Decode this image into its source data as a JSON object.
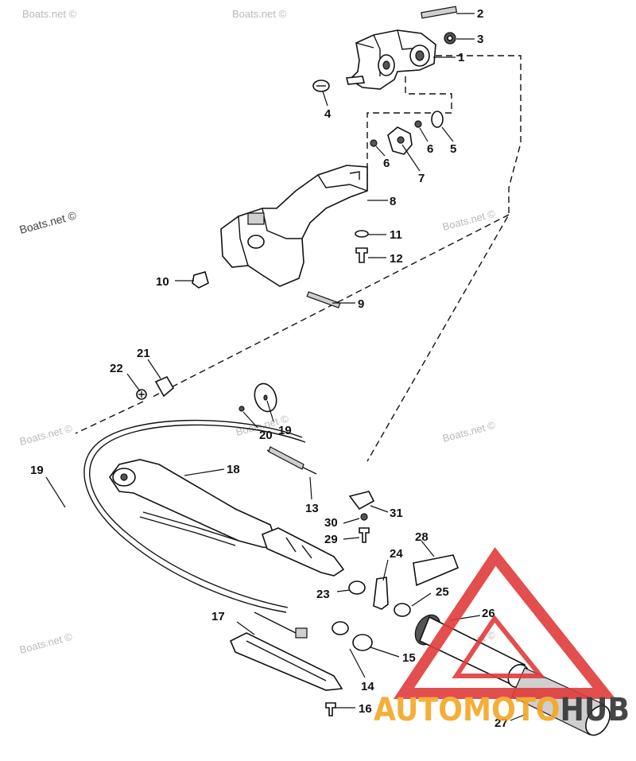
{
  "watermarks": {
    "top": "Boats.net ©",
    "left": "Boats.net ©",
    "mid_right": "Boats.net ©",
    "lower_left": "Boats.net ©",
    "lower_mid": "Boats.net ©",
    "lower_right": "Boats.net ©",
    "bottom_left": "Boats.net ©",
    "bottom_right": "Boats.net ©"
  },
  "logo": {
    "text": "AUTOMOTOHUB",
    "colors": {
      "triangle": "#e03b3b",
      "text_orange": "#f5a623",
      "text_dark": "#333333"
    }
  },
  "callouts": [
    {
      "id": "c1",
      "label": "1"
    },
    {
      "id": "c2",
      "label": "2"
    },
    {
      "id": "c3",
      "label": "3"
    },
    {
      "id": "c4",
      "label": "4"
    },
    {
      "id": "c5",
      "label": "5"
    },
    {
      "id": "c6a",
      "label": "6"
    },
    {
      "id": "c6b",
      "label": "6"
    },
    {
      "id": "c7",
      "label": "7"
    },
    {
      "id": "c8",
      "label": "8"
    },
    {
      "id": "c9",
      "label": "9"
    },
    {
      "id": "c10",
      "label": "10"
    },
    {
      "id": "c11",
      "label": "11"
    },
    {
      "id": "c12",
      "label": "12"
    },
    {
      "id": "c13",
      "label": "13"
    },
    {
      "id": "c14",
      "label": "14"
    },
    {
      "id": "c15",
      "label": "15"
    },
    {
      "id": "c16",
      "label": "16"
    },
    {
      "id": "c17",
      "label": "17"
    },
    {
      "id": "c18",
      "label": "18"
    },
    {
      "id": "c19a",
      "label": "19"
    },
    {
      "id": "c19b",
      "label": "19"
    },
    {
      "id": "c20",
      "label": "20"
    },
    {
      "id": "c21",
      "label": "21"
    },
    {
      "id": "c22",
      "label": "22"
    },
    {
      "id": "c23",
      "label": "23"
    },
    {
      "id": "c24",
      "label": "24"
    },
    {
      "id": "c25",
      "label": "25"
    },
    {
      "id": "c26",
      "label": "26"
    },
    {
      "id": "c27",
      "label": "27"
    },
    {
      "id": "c28",
      "label": "28"
    },
    {
      "id": "c29",
      "label": "29"
    },
    {
      "id": "c30",
      "label": "30"
    },
    {
      "id": "c31",
      "label": "31"
    }
  ]
}
